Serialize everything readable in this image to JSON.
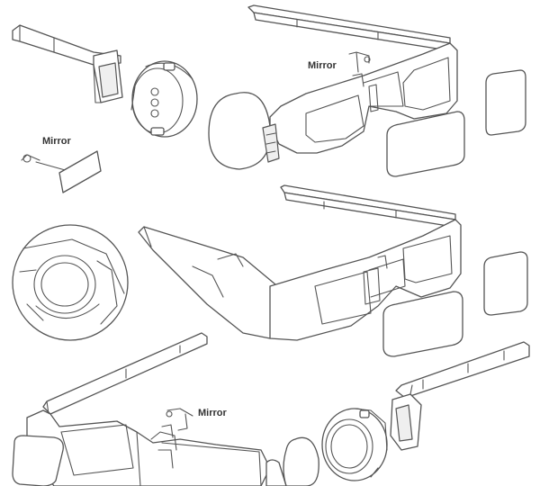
{
  "labels": {
    "mirror_top": "Mirror",
    "mirror_left": "Mirror",
    "mirror_bottom": "Mirror"
  },
  "colors": {
    "line": "#555555",
    "background": "#ffffff",
    "label": "#333333"
  }
}
